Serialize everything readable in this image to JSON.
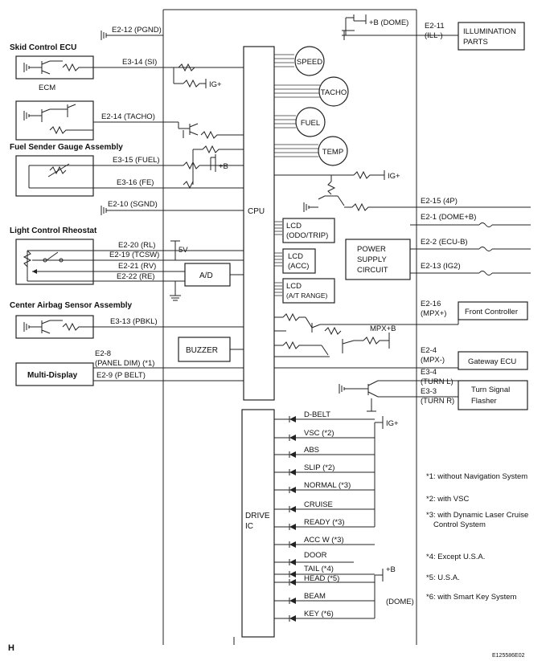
{
  "page_marker": "H",
  "figure_code": "E125586E02",
  "blocks": {
    "skid_ecu": "Skid Control ECU",
    "ecm": "ECM",
    "fuel_sender": "Fuel Sender Gauge Assembly",
    "light_rheostat": "Light Control Rheostat",
    "airbag": "Center Airbag Sensor Assembly",
    "multi_display": "Multi-Display",
    "illumination": [
      "ILLUMINATION",
      "PARTS"
    ],
    "cpu": "CPU",
    "ad": "A/D",
    "buzzer": "BUZZER",
    "power_supply": [
      "POWER",
      "SUPPLY",
      "CIRCUIT"
    ],
    "front_controller": "Front Controller",
    "gateway_ecu": "Gateway ECU",
    "turn_flasher": [
      "Turn Signal",
      "Flasher"
    ],
    "drive_ic": [
      "DRIVE",
      "IC"
    ]
  },
  "gauges": [
    "SPEED",
    "TACHO",
    "FUEL",
    "TEMP"
  ],
  "lcds": [
    [
      "LCD",
      "(ODO/TRIP)"
    ],
    [
      "LCD",
      "(ACC)"
    ],
    [
      "LCD",
      "(A/T RANGE)"
    ]
  ],
  "left_terminals": [
    "E2-12 (PGND)",
    "E3-14 (SI)",
    "E2-14 (TACHO)",
    "E3-15 (FUEL)",
    "E3-16 (FE)",
    "E2-10 (SGND)",
    "E2-20 (RL)",
    "E2-19 (TCSW)",
    "E2-21 (RV)",
    "E2-22 (RE)",
    "E3-13 (PBKL)",
    "E2-8",
    "(PANEL DIM) (*1)",
    "E2-9 (P BELT)"
  ],
  "right_terminals": {
    "e2_11": [
      "E2-11",
      "(ILL-)"
    ],
    "e2_15": "E2-15 (4P)",
    "e2_1": "E2-1 (DOME+B)",
    "e2_2": "E2-2 (ECU-B)",
    "e2_13": "E2-13 (IG2)",
    "e2_16": [
      "E2-16",
      "(MPX+)"
    ],
    "e2_4": [
      "E2-4",
      "(MPX-)"
    ],
    "e3_4": [
      "E3-4",
      "(TURN L)"
    ],
    "e3_3": [
      "E3-3",
      "(TURN R)"
    ]
  },
  "supplies": {
    "b_dome": "+B (DOME)",
    "ig_plus": "IG+",
    "plus_b": "+B",
    "five_v": "5V",
    "mpx_b": "MPX+B",
    "dome": "(DOME)"
  },
  "indicators": [
    "D-BELT",
    "VSC (*2)",
    "ABS",
    "SLIP (*2)",
    "NORMAL (*3)",
    "CRUISE",
    "READY (*3)",
    "ACC W (*3)",
    "DOOR",
    "TAIL (*4)",
    "HEAD (*5)",
    "BEAM",
    "KEY (*6)"
  ],
  "notes": [
    "*1: without Navigation System",
    "*2: with VSC",
    "*3: with Dynamic Laser Cruise",
    "Control System",
    "*4: Except U.S.A.",
    "*5: U.S.A.",
    "*6: with Smart Key System"
  ]
}
